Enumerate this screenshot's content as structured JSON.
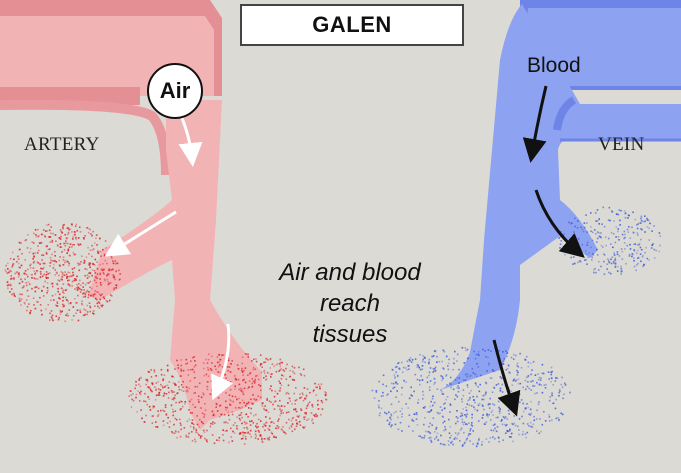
{
  "title": "GALEN",
  "labels": {
    "artery": "ARTERY",
    "vein": "VEIN",
    "air": "Air",
    "blood": "Blood"
  },
  "caption": [
    "Air and blood",
    "reach",
    "tissues"
  ],
  "colors": {
    "background": "#dcdad4",
    "artery": "#f2b3b5",
    "artery_dark": "#e48f94",
    "artery_particles": "#d8262b",
    "vein": "#8ea2f2",
    "vein_dark": "#6e84e6",
    "vein_particles": "#3f5fd8"
  },
  "icons": [
    "white-arrow-icon",
    "black-arrow-icon"
  ]
}
